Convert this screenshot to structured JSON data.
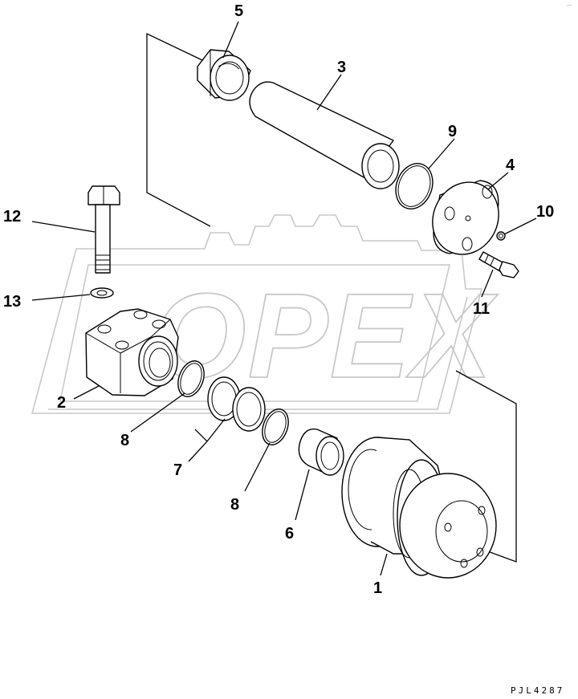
{
  "diagram": {
    "watermark_text": "OPEX",
    "reference_code": "PJL4287",
    "corner_mark": "—",
    "callouts": [
      {
        "id": "c5",
        "label": "5"
      },
      {
        "id": "c3",
        "label": "3"
      },
      {
        "id": "c9",
        "label": "9"
      },
      {
        "id": "c4",
        "label": "4"
      },
      {
        "id": "c10",
        "label": "10"
      },
      {
        "id": "c11",
        "label": "11"
      },
      {
        "id": "c12",
        "label": "12"
      },
      {
        "id": "c13",
        "label": "13"
      },
      {
        "id": "c2",
        "label": "2"
      },
      {
        "id": "c8a",
        "label": "8"
      },
      {
        "id": "c7",
        "label": "7"
      },
      {
        "id": "c8b",
        "label": "8"
      },
      {
        "id": "c6",
        "label": "6"
      },
      {
        "id": "c1",
        "label": "1"
      }
    ]
  }
}
